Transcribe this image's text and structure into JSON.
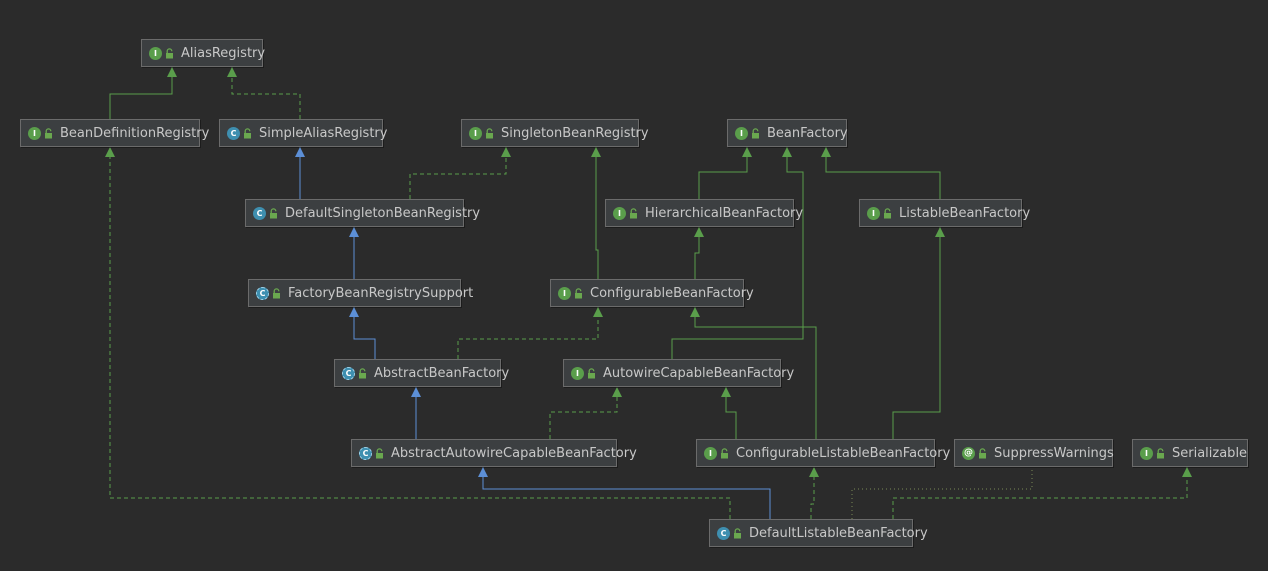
{
  "colors": {
    "background": "#2b2b2b",
    "node_fill": "#3c3f41",
    "node_border": "#6b6b6b",
    "text": "#c8c8c8",
    "implements": "#5a9e4b",
    "extends": "#5c8fd6",
    "annotation_link": "#7a8a55"
  },
  "nodes": [
    {
      "id": "AliasRegistry",
      "label": "AliasRegistry",
      "kind": "interface",
      "badge": "I"
    },
    {
      "id": "BeanDefinitionRegistry",
      "label": "BeanDefinitionRegistry",
      "kind": "interface",
      "badge": "I"
    },
    {
      "id": "SimpleAliasRegistry",
      "label": "SimpleAliasRegistry",
      "kind": "class",
      "badge": "C"
    },
    {
      "id": "SingletonBeanRegistry",
      "label": "SingletonBeanRegistry",
      "kind": "interface",
      "badge": "I"
    },
    {
      "id": "BeanFactory",
      "label": "BeanFactory",
      "kind": "interface",
      "badge": "I"
    },
    {
      "id": "DefaultSingletonBeanRegistry",
      "label": "DefaultSingletonBeanRegistry",
      "kind": "class",
      "badge": "C"
    },
    {
      "id": "HierarchicalBeanFactory",
      "label": "HierarchicalBeanFactory",
      "kind": "interface",
      "badge": "I"
    },
    {
      "id": "ListableBeanFactory",
      "label": "ListableBeanFactory",
      "kind": "interface",
      "badge": "I"
    },
    {
      "id": "FactoryBeanRegistrySupport",
      "label": "FactoryBeanRegistrySupport",
      "kind": "abstract",
      "badge": "C"
    },
    {
      "id": "ConfigurableBeanFactory",
      "label": "ConfigurableBeanFactory",
      "kind": "interface",
      "badge": "I"
    },
    {
      "id": "AbstractBeanFactory",
      "label": "AbstractBeanFactory",
      "kind": "abstract",
      "badge": "C"
    },
    {
      "id": "AutowireCapableBeanFactory",
      "label": "AutowireCapableBeanFactory",
      "kind": "interface",
      "badge": "I"
    },
    {
      "id": "AbstractAutowireCapableBeanFactory",
      "label": "AbstractAutowireCapableBeanFactory",
      "kind": "abstract",
      "badge": "C"
    },
    {
      "id": "ConfigurableListableBeanFactory",
      "label": "ConfigurableListableBeanFactory",
      "kind": "interface",
      "badge": "I"
    },
    {
      "id": "SuppressWarnings",
      "label": "SuppressWarnings",
      "kind": "annotation",
      "badge": "@"
    },
    {
      "id": "Serializable",
      "label": "Serializable",
      "kind": "interface",
      "badge": "I"
    },
    {
      "id": "DefaultListableBeanFactory",
      "label": "DefaultListableBeanFactory",
      "kind": "class",
      "badge": "C"
    }
  ],
  "edges": [
    {
      "from": "BeanDefinitionRegistry",
      "to": "AliasRegistry",
      "type": "extends-interface"
    },
    {
      "from": "SimpleAliasRegistry",
      "to": "AliasRegistry",
      "type": "implements"
    },
    {
      "from": "DefaultSingletonBeanRegistry",
      "to": "SimpleAliasRegistry",
      "type": "extends"
    },
    {
      "from": "DefaultSingletonBeanRegistry",
      "to": "SingletonBeanRegistry",
      "type": "implements"
    },
    {
      "from": "FactoryBeanRegistrySupport",
      "to": "DefaultSingletonBeanRegistry",
      "type": "extends"
    },
    {
      "from": "AbstractBeanFactory",
      "to": "FactoryBeanRegistrySupport",
      "type": "extends"
    },
    {
      "from": "AbstractBeanFactory",
      "to": "ConfigurableBeanFactory",
      "type": "implements"
    },
    {
      "from": "ConfigurableBeanFactory",
      "to": "SingletonBeanRegistry",
      "type": "extends-interface"
    },
    {
      "from": "ConfigurableBeanFactory",
      "to": "HierarchicalBeanFactory",
      "type": "extends-interface"
    },
    {
      "from": "HierarchicalBeanFactory",
      "to": "BeanFactory",
      "type": "extends-interface"
    },
    {
      "from": "ListableBeanFactory",
      "to": "BeanFactory",
      "type": "extends-interface"
    },
    {
      "from": "AutowireCapableBeanFactory",
      "to": "BeanFactory",
      "type": "extends-interface"
    },
    {
      "from": "AbstractAutowireCapableBeanFactory",
      "to": "AbstractBeanFactory",
      "type": "extends"
    },
    {
      "from": "AbstractAutowireCapableBeanFactory",
      "to": "AutowireCapableBeanFactory",
      "type": "implements"
    },
    {
      "from": "ConfigurableListableBeanFactory",
      "to": "AutowireCapableBeanFactory",
      "type": "extends-interface"
    },
    {
      "from": "ConfigurableListableBeanFactory",
      "to": "ConfigurableBeanFactory",
      "type": "extends-interface"
    },
    {
      "from": "ConfigurableListableBeanFactory",
      "to": "ListableBeanFactory",
      "type": "extends-interface"
    },
    {
      "from": "DefaultListableBeanFactory",
      "to": "AbstractAutowireCapableBeanFactory",
      "type": "extends"
    },
    {
      "from": "DefaultListableBeanFactory",
      "to": "ConfigurableListableBeanFactory",
      "type": "implements"
    },
    {
      "from": "DefaultListableBeanFactory",
      "to": "BeanDefinitionRegistry",
      "type": "implements"
    },
    {
      "from": "DefaultListableBeanFactory",
      "to": "Serializable",
      "type": "implements"
    },
    {
      "from": "DefaultListableBeanFactory",
      "to": "SuppressWarnings",
      "type": "annotated"
    }
  ]
}
